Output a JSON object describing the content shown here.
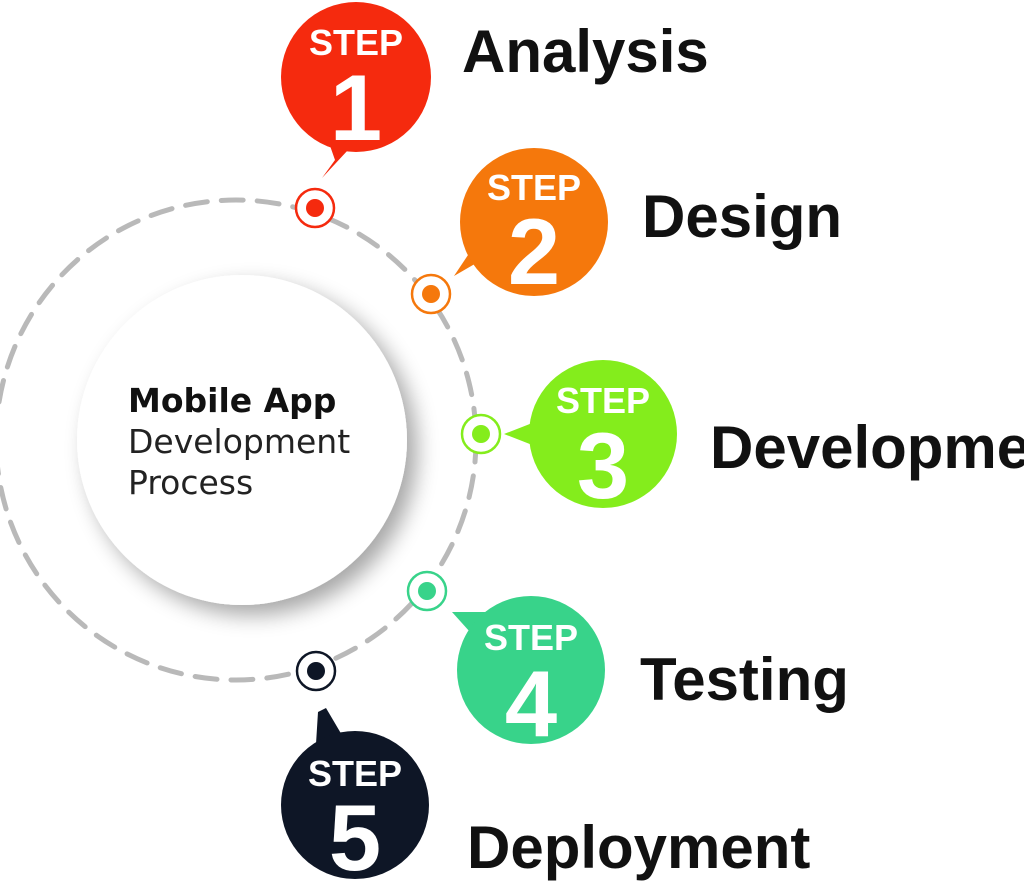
{
  "center": {
    "title": "Mobile App",
    "line2": "Development",
    "line3": "Process"
  },
  "steps": [
    {
      "word": "STEP",
      "number": "1",
      "label": "Analysis",
      "color": "#f52a0e"
    },
    {
      "word": "STEP",
      "number": "2",
      "label": "Design",
      "color": "#f5780c"
    },
    {
      "word": "STEP",
      "number": "3",
      "label": "Development",
      "color": "#84ed1c"
    },
    {
      "word": "STEP",
      "number": "4",
      "label": "Testing",
      "color": "#38d38a"
    },
    {
      "word": "STEP",
      "number": "5",
      "label": "Deployment",
      "color": "#0e1626"
    }
  ],
  "colors": {
    "ring": "#b9b9b9",
    "center_fill": "#ffffff",
    "text": "#111111"
  }
}
